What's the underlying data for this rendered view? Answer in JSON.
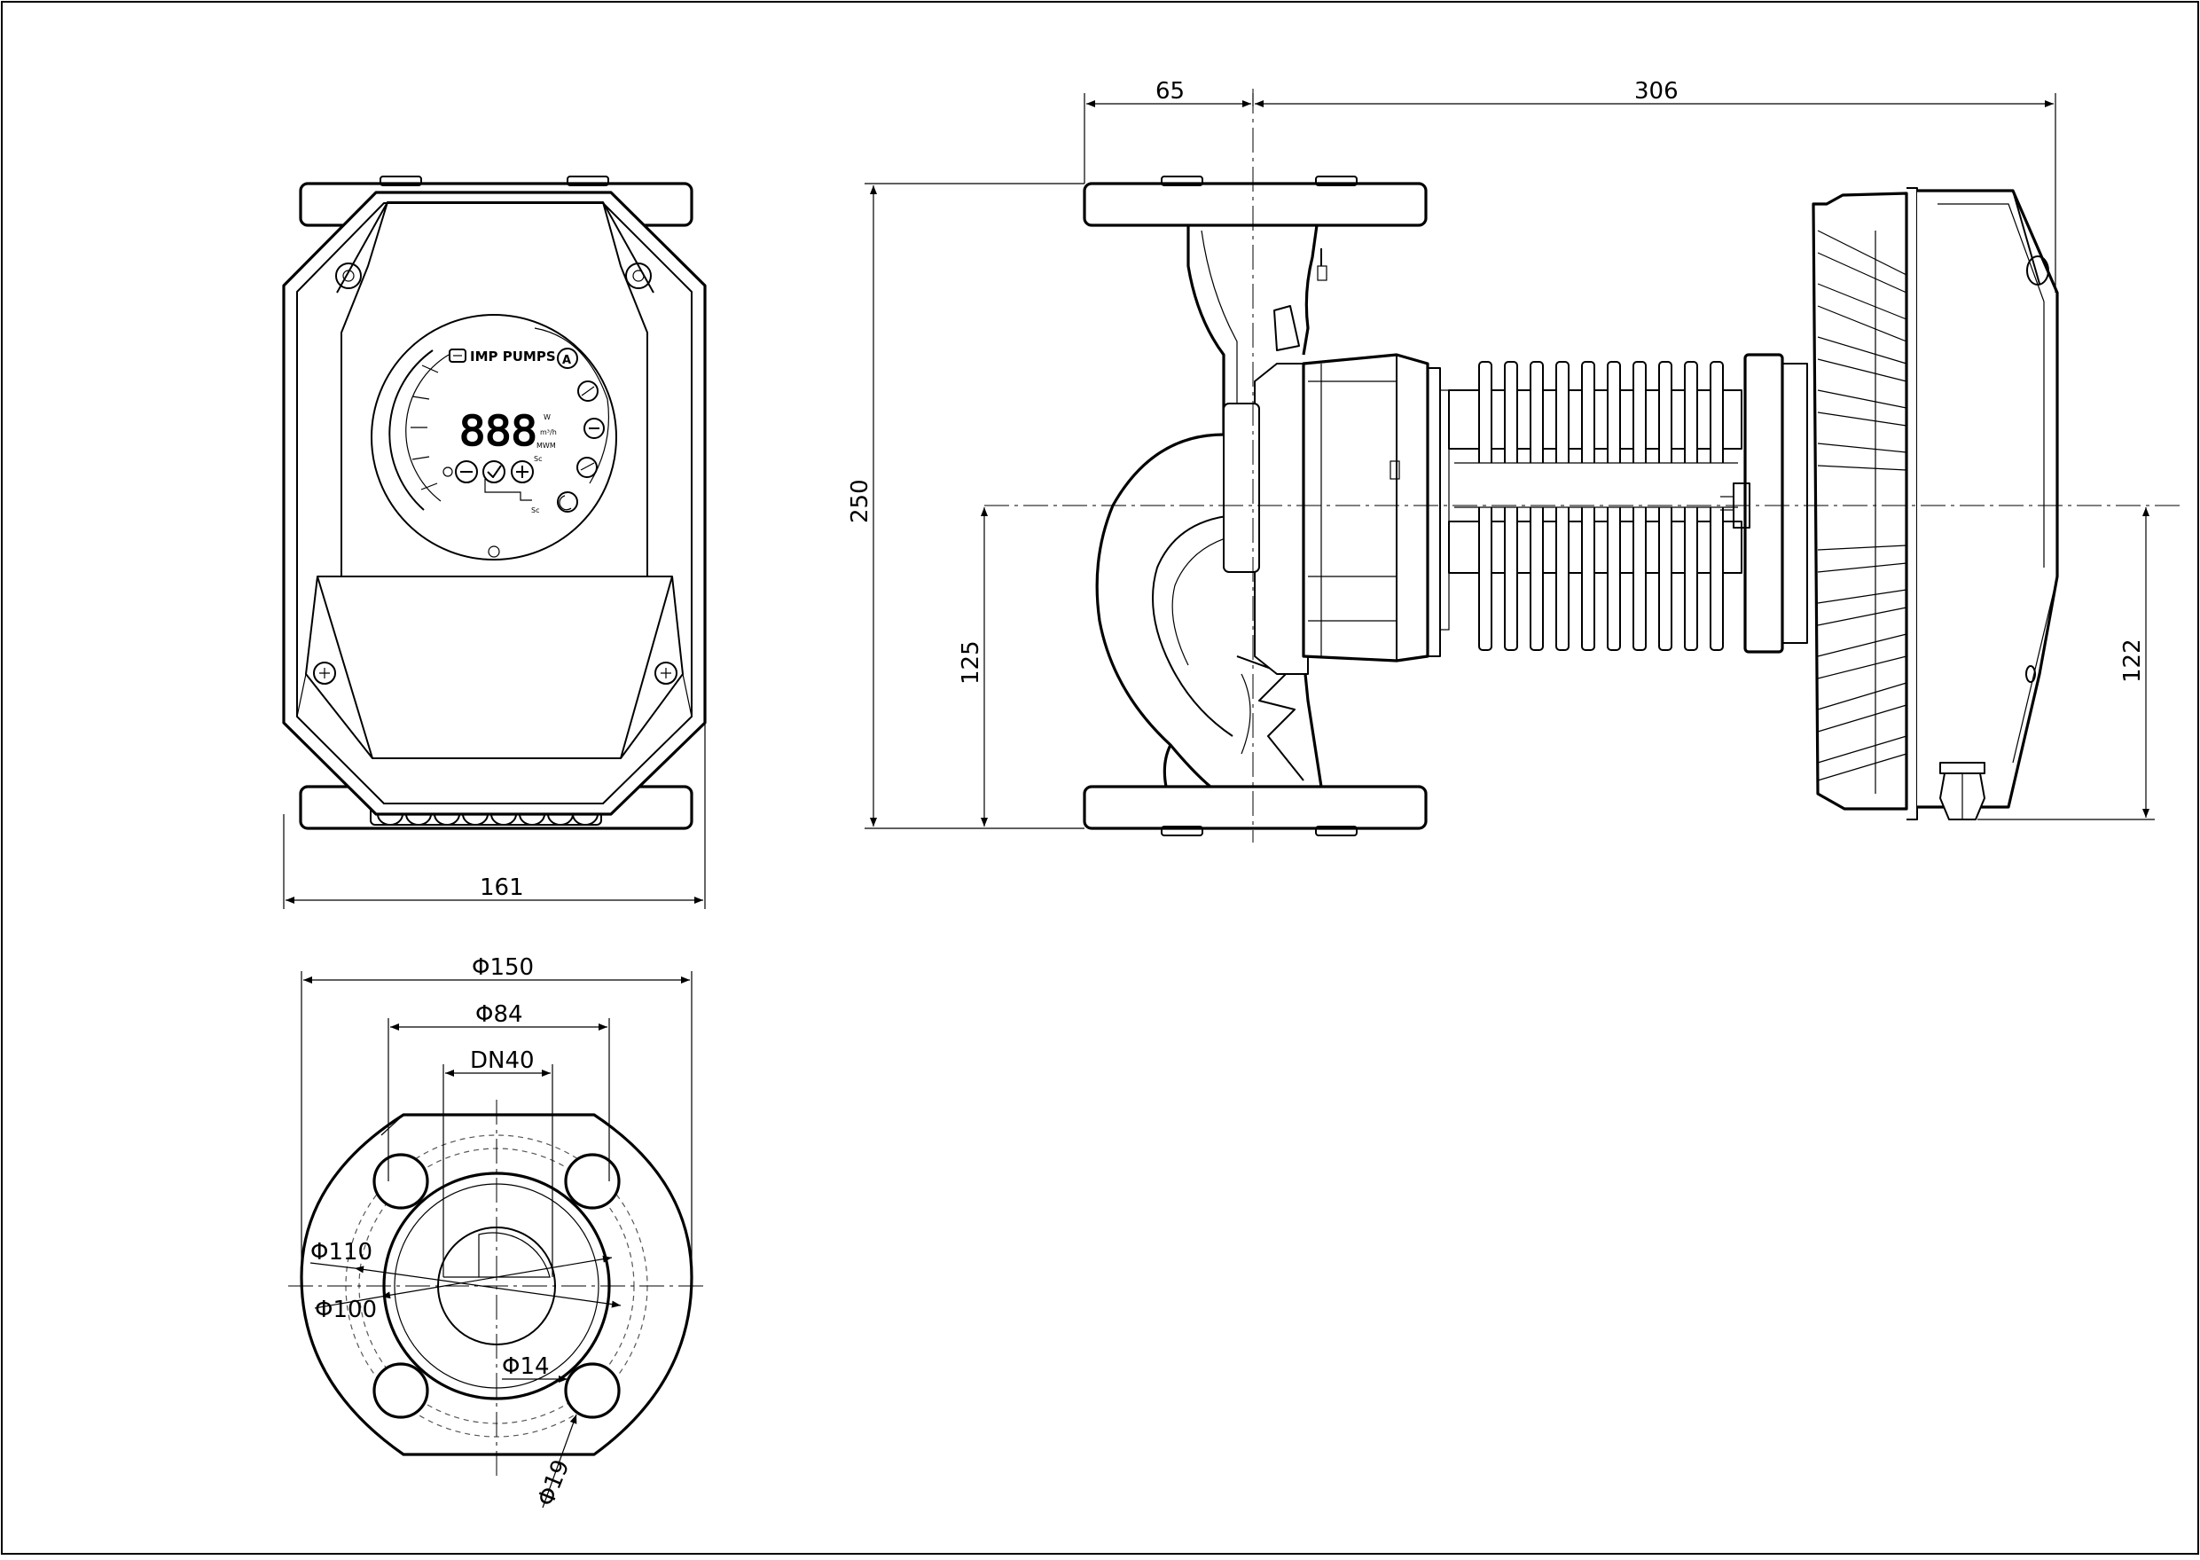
{
  "brand": "IMP PUMPS",
  "display": {
    "digits": "888",
    "units": [
      "W",
      "m³/h",
      "MWM"
    ]
  },
  "panel": {
    "sub_label_1": "Sc",
    "sub_label_2": "Sc"
  },
  "dimensions": {
    "front_width": "161",
    "side_flange_offset": "65",
    "side_motor_length": "306",
    "side_total_height": "250",
    "side_axis_height": "125",
    "side_head_height": "122",
    "flange_outer": "Φ150",
    "flange_bolt": "Φ84",
    "flange_nominal": "DN40",
    "flange_d110": "Φ110",
    "flange_d100": "Φ100",
    "flange_d14": "Φ14",
    "flange_d19": "Φ19"
  }
}
